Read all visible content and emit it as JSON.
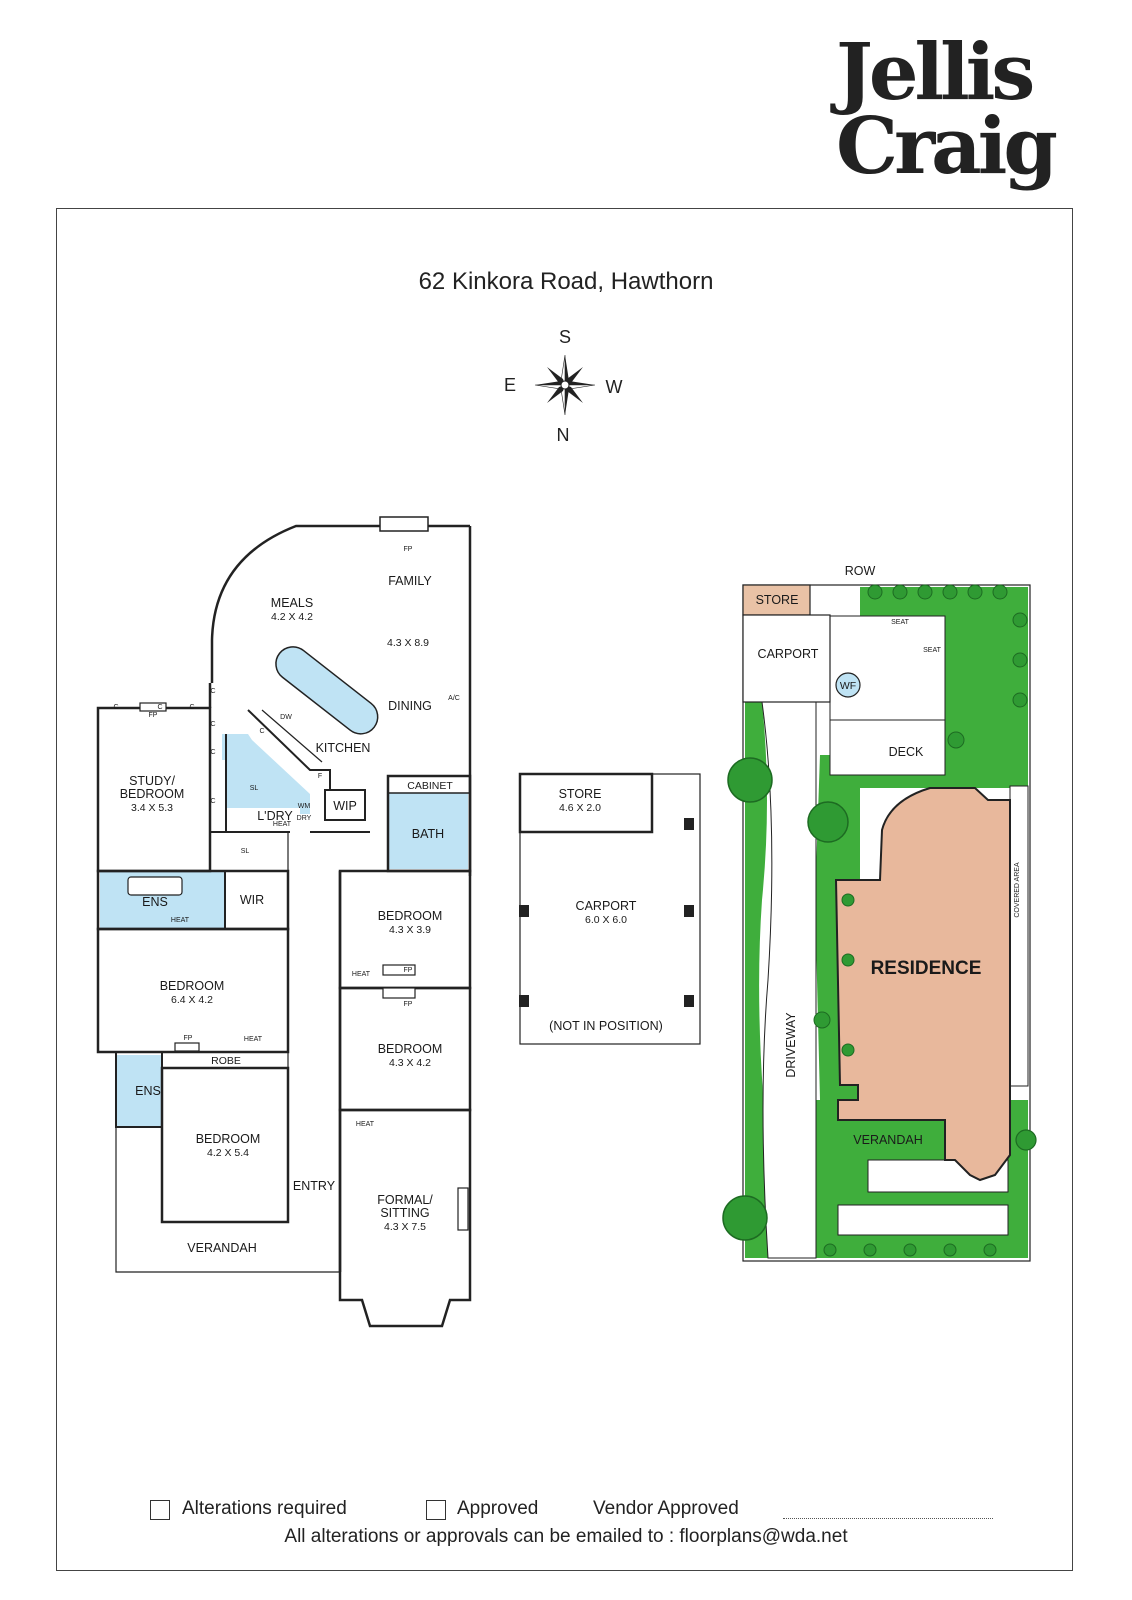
{
  "brand": {
    "line1": "Jellis",
    "line2": "Craig"
  },
  "title": "62 Kinkora Road, Hawthorn",
  "compass": {
    "top": "S",
    "left": "E",
    "right": "W",
    "bottom": "N"
  },
  "colors": {
    "wet_area": "#bfe3f4",
    "garden": "#3fae3c",
    "residence": "#e8b89c",
    "store": "#e9c2a6",
    "tree": "#2f9a33"
  },
  "floorplan": {
    "rooms": {
      "meals": {
        "name": "MEALS",
        "dims": "4.2 X 4.2"
      },
      "family": {
        "name": "FAMILY",
        "dims": "4.3 X 8.9"
      },
      "dining": {
        "name": "DINING"
      },
      "kitchen": {
        "name": "KITCHEN"
      },
      "study": {
        "name1": "STUDY/",
        "name2": "BEDROOM",
        "dims": "3.4 X 5.3"
      },
      "laundry": {
        "name": "L'DRY"
      },
      "wip": {
        "name": "WIP"
      },
      "bath": {
        "name": "BATH"
      },
      "cabinet": {
        "name": "CABINET"
      },
      "ens1": {
        "name": "ENS"
      },
      "wir": {
        "name": "WIR"
      },
      "bedroom_main": {
        "name": "BEDROOM",
        "dims": "6.4 X 4.2"
      },
      "bedroom_2": {
        "name": "BEDROOM",
        "dims": "4.3 X 3.9"
      },
      "bedroom_3": {
        "name": "BEDROOM",
        "dims": "4.3 X 4.2"
      },
      "robe": {
        "name": "ROBE"
      },
      "ens2": {
        "name": "ENS"
      },
      "bedroom_4": {
        "name": "BEDROOM",
        "dims": "4.2 X 5.4"
      },
      "entry": {
        "name": "ENTRY"
      },
      "formal": {
        "name1": "FORMAL/",
        "name2": "SITTING",
        "dims": "4.3 X 7.5"
      },
      "verandah": {
        "name": "VERANDAH"
      }
    },
    "fixtures": {
      "fp": "FP",
      "heat": "HEAT",
      "ac": "A/C",
      "dw": "DW",
      "wm": "WM",
      "dry": "DRY",
      "sl": "SL",
      "c": "C",
      "f": "F"
    }
  },
  "carport_plan": {
    "store": {
      "name": "STORE",
      "dims": "4.6 X 2.0"
    },
    "carport": {
      "name": "CARPORT",
      "dims": "6.0 X 6.0"
    },
    "note": "(NOT IN POSITION)"
  },
  "site_plan": {
    "row": "ROW",
    "store": "STORE",
    "carport": "CARPORT",
    "wf": "WF",
    "deck": "DECK",
    "seat": "SEAT",
    "residence": "RESIDENCE",
    "covered_area": "COVERED AREA",
    "driveway": "DRIVEWAY",
    "verandah": "VERANDAH"
  },
  "footer": {
    "alterations": "Alterations required",
    "approved": "Approved",
    "vendor": "Vendor Approved",
    "email_line": "All alterations or approvals can be emailed to : floorplans@wda.net"
  }
}
